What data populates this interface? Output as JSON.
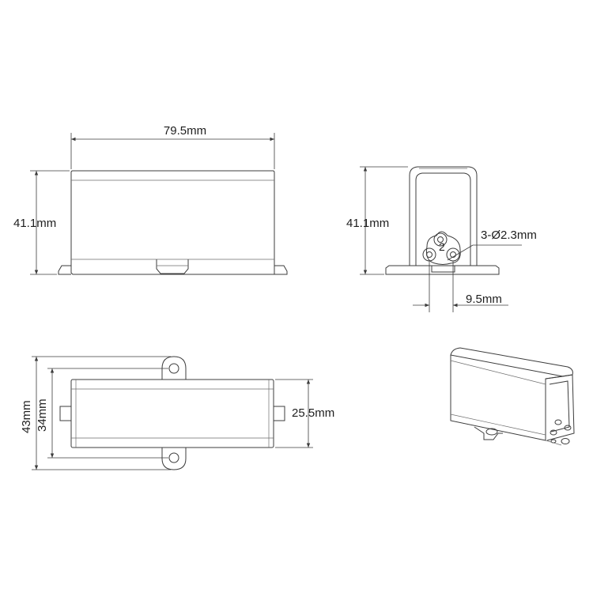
{
  "dimensions": {
    "front_width": "79.5mm",
    "front_height": "41.1mm",
    "side_height": "41.1mm",
    "hole_spec": "3-Ø2.3mm",
    "hole_spacing": "9.5mm",
    "top_overall": "43mm",
    "top_body": "34mm",
    "top_width": "25.5mm"
  },
  "colors": {
    "line": "#3c3c3c",
    "background": "#ffffff"
  }
}
